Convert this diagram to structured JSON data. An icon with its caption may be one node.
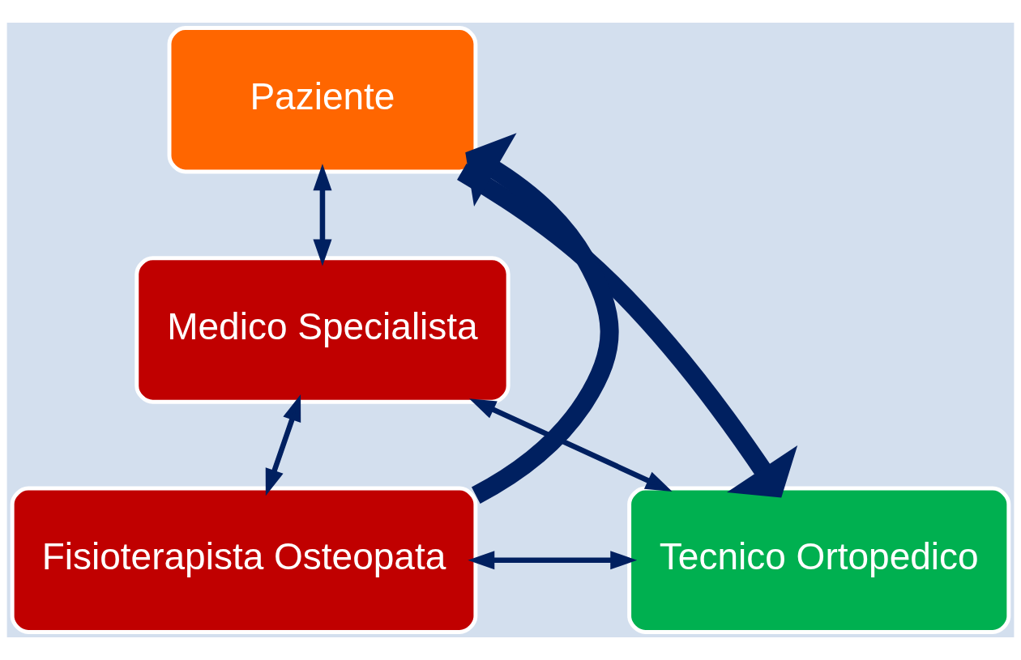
{
  "diagram": {
    "nodes": [
      {
        "text": [
          "Paziente"
        ]
      },
      {
        "text": [
          "Medico Specialista"
        ]
      },
      {
        "text": [
          "Fisioterapista Osteopata"
        ]
      },
      {
        "text": [
          "Tecnico Ortopedico"
        ]
      }
    ],
    "edges": [
      {
        "from": 0,
        "to": 1,
        "arrow": "both"
      },
      {
        "from": 1,
        "to": 2,
        "arrow": "both"
      },
      {
        "from": 1,
        "to": 3,
        "arrow": "both"
      },
      {
        "from": 2,
        "to": 3,
        "arrow": "both"
      },
      {
        "from": 0,
        "to": 3,
        "arrow": "to",
        "style": "thick"
      },
      {
        "from": 2,
        "to": 0,
        "arrow": "to",
        "style": "thick"
      }
    ]
  }
}
